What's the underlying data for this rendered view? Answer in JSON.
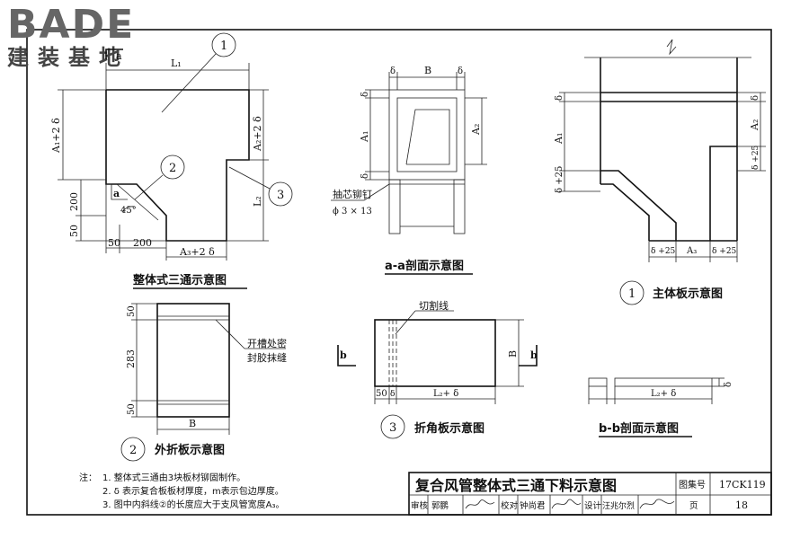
{
  "logo": {
    "brand": "BADE",
    "subtitle": "建装基地"
  },
  "titles": {
    "integral_tee": "整体式三通示意图",
    "section_aa": "a-a剖面示意图",
    "main_board": "主体板示意图",
    "outer_fold": "外折板示意图",
    "corner_board": "折角板示意图",
    "section_bb": "b-b剖面示意图"
  },
  "callouts": {
    "n1": "1",
    "n2": "2",
    "n3": "3"
  },
  "labels": {
    "a": "a",
    "b": "b",
    "L1": "L₁",
    "L2": "L₂",
    "A1": "A₁",
    "A2": "A₂",
    "A3": "A₃",
    "B": "B",
    "A1_2d": "A₁+2 δ",
    "A2_2d": "A₂+2 δ",
    "A3_2d": "A₃+2 δ",
    "d": "δ",
    "d25": "δ +25",
    "d25b": "δ +25",
    "deg45": "45°",
    "n200a": "200",
    "n200b": "200",
    "n50a": "50",
    "n50b": "50",
    "n283": "283",
    "n50c": "50",
    "n50d": "50",
    "n50e": "50",
    "L2d": "L₂+ δ",
    "L2d2": "L₂+ δ",
    "rivet": "抽芯铆钉",
    "rivet_spec": "ϕ 3 × 13",
    "slot_seal_1": "开槽处密",
    "slot_seal_2": "封胶抹缝",
    "cut_line": "切割线"
  },
  "notes": {
    "prefix": "注：",
    "n1": "1.  整体式三通由3块板材铆固制作。",
    "n2": "2.  δ 表示复合板板材厚度，m表示包边厚度。",
    "n3": "3.  图中内斜线②的长度应大于支风管宽度A₃。"
  },
  "title_block": {
    "title": "复合风管整体式三通下料示意图",
    "atlas_label": "图集号",
    "atlas_no": "17CK119",
    "review_label": "审核",
    "review_name": "郭鹏",
    "check_label": "校对",
    "check_name": "钟尚君",
    "design_label": "设计",
    "design_name": "汪兆尔烈",
    "page_label": "页",
    "page_no": "18"
  }
}
